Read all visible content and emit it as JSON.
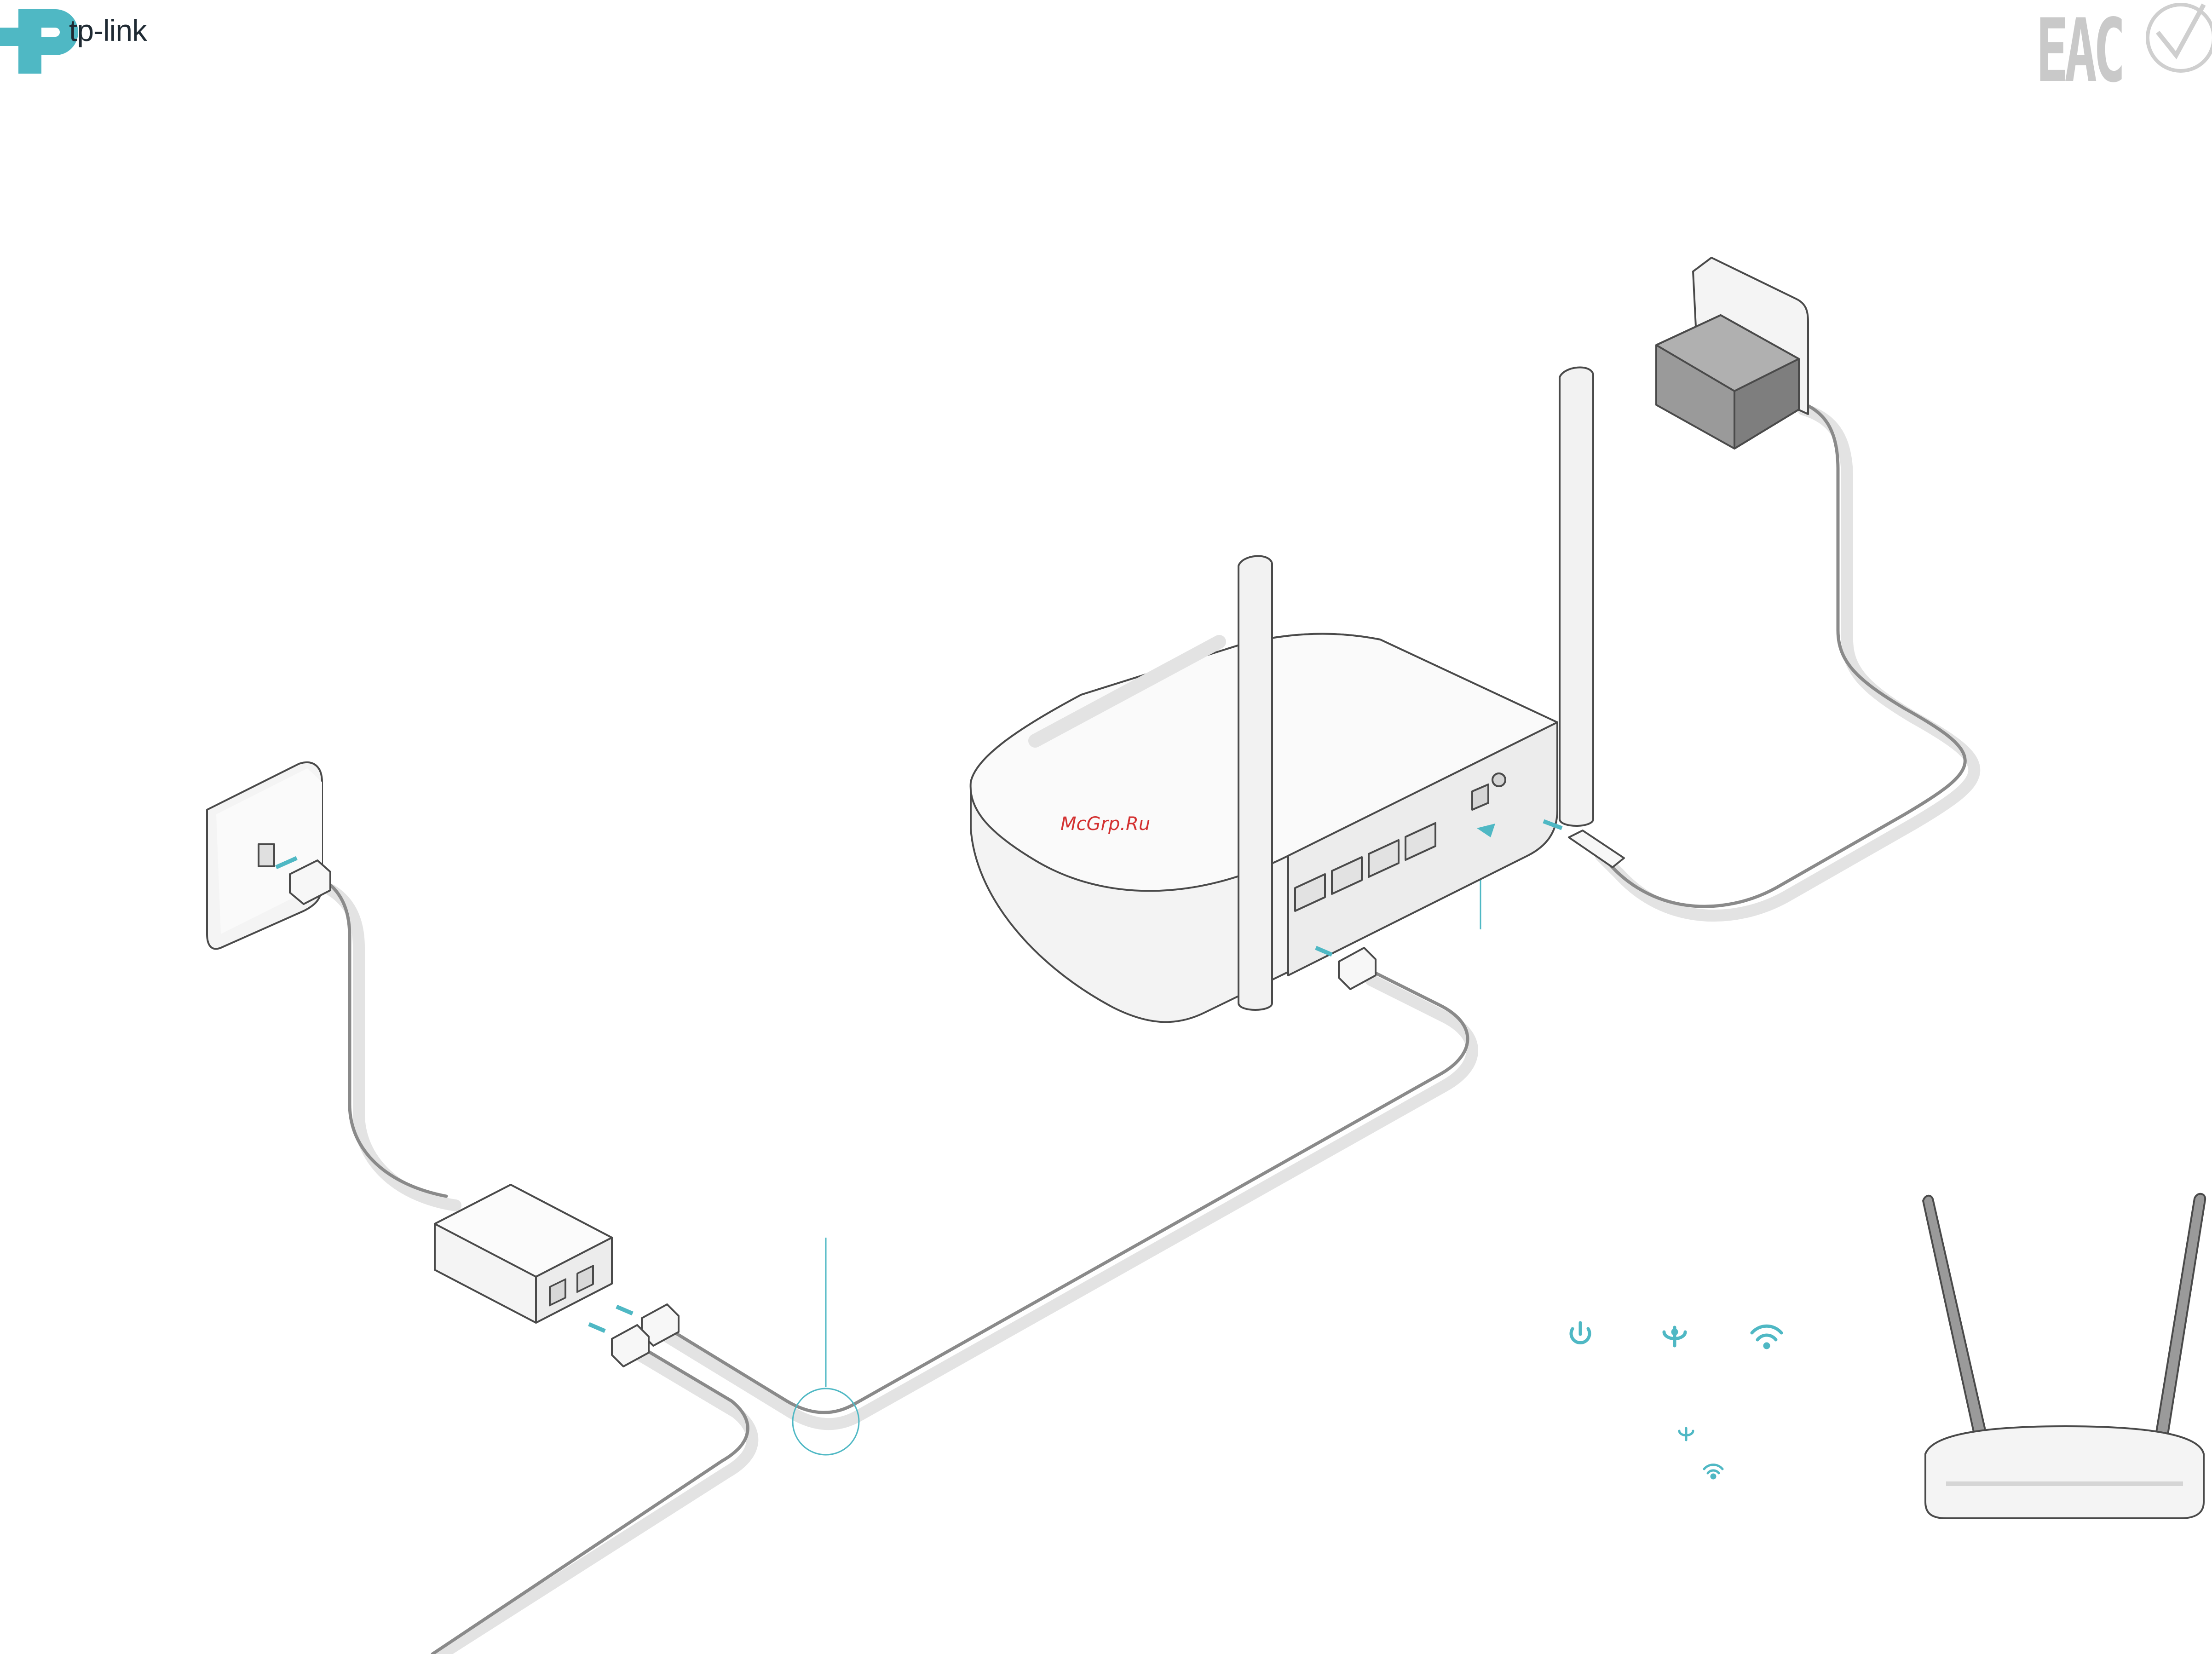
{
  "header": {
    "brand_name": "tp-link",
    "cert_mark": "EAC"
  },
  "watermark": {
    "text": "McGrp.Ru"
  },
  "colors": {
    "accent": "#4fb8c4",
    "cable": "#8a8a8a",
    "device_white": "#f4f4f4",
    "device_outline": "#4a4a4a",
    "adapter_gray": "#8f8f8f",
    "watermark_red": "#d33030"
  },
  "icons": {
    "led_row": [
      "power-icon",
      "adsl-icon",
      "wifi-icon"
    ],
    "led_row_small": [
      "adsl-icon",
      "wifi-icon"
    ]
  }
}
